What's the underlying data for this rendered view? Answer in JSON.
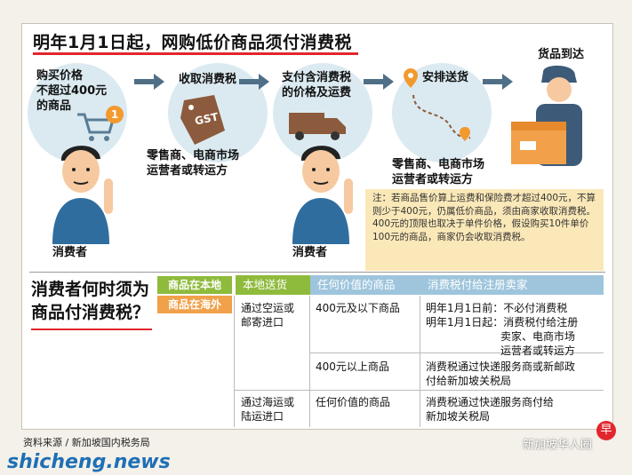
{
  "title": "明年1月1日起，网购低价商品须付消费税",
  "steps": {
    "s1": [
      "购买价格",
      "不超过400元",
      "的商品"
    ],
    "s1_badge": "1",
    "s2": "收取消费税",
    "s2_tag": "GST",
    "s3": [
      "支付含消费税",
      "的价格及运费"
    ],
    "s4": "安排送货",
    "s5": "货品到达"
  },
  "sub_labels": {
    "left": [
      "零售商、电商市场",
      "运营者或转运方"
    ],
    "right": [
      "零售商、电商市场",
      "运营者或转运方"
    ]
  },
  "person_labels": [
    "消费者",
    "消费者"
  ],
  "note": "注：若商品售价算上运费和保险费才超过400元，不算则少于400元，仍属低价商品，须由商家收取消费税。400元的顶限也取决于单件价格，假设购买10件单价100元的商品，商家仍会收取消费税。",
  "question": [
    "消费者何时须为",
    "商品付消费税？"
  ],
  "legend": {
    "local": "商品在本地",
    "overseas": "商品在海外",
    "local_color": "#8fbb3d",
    "overseas_color": "#f0a14a"
  },
  "table": {
    "headers": [
      "本地送货",
      "任何价值的商品",
      "消费税付给注册卖家"
    ],
    "rows": [
      {
        "method": [
          "通过空运或",
          "邮寄进口"
        ],
        "value": "400元及以下商品",
        "tax": [
          "明年1月1日前：不必付消费税",
          "明年1月1日起：消费税付给注册",
          "卖家、电商市场",
          "运营者或转运方"
        ]
      },
      {
        "method": [],
        "value": "400元以上商品",
        "tax": [
          "消费税通过快递服务商或新邮政",
          "付给新加坡关税局"
        ]
      },
      {
        "method": [
          "通过海运或",
          "陆运进口"
        ],
        "value": "任何价值的商品",
        "tax": [
          "消费税通过快递服务商付给",
          "新加坡关税局"
        ]
      }
    ]
  },
  "source": "资料来源 / 新加坡国内税务局",
  "brand_badge": "早",
  "brand": "新加坡华人圈",
  "watermark": "shicheng.news"
}
